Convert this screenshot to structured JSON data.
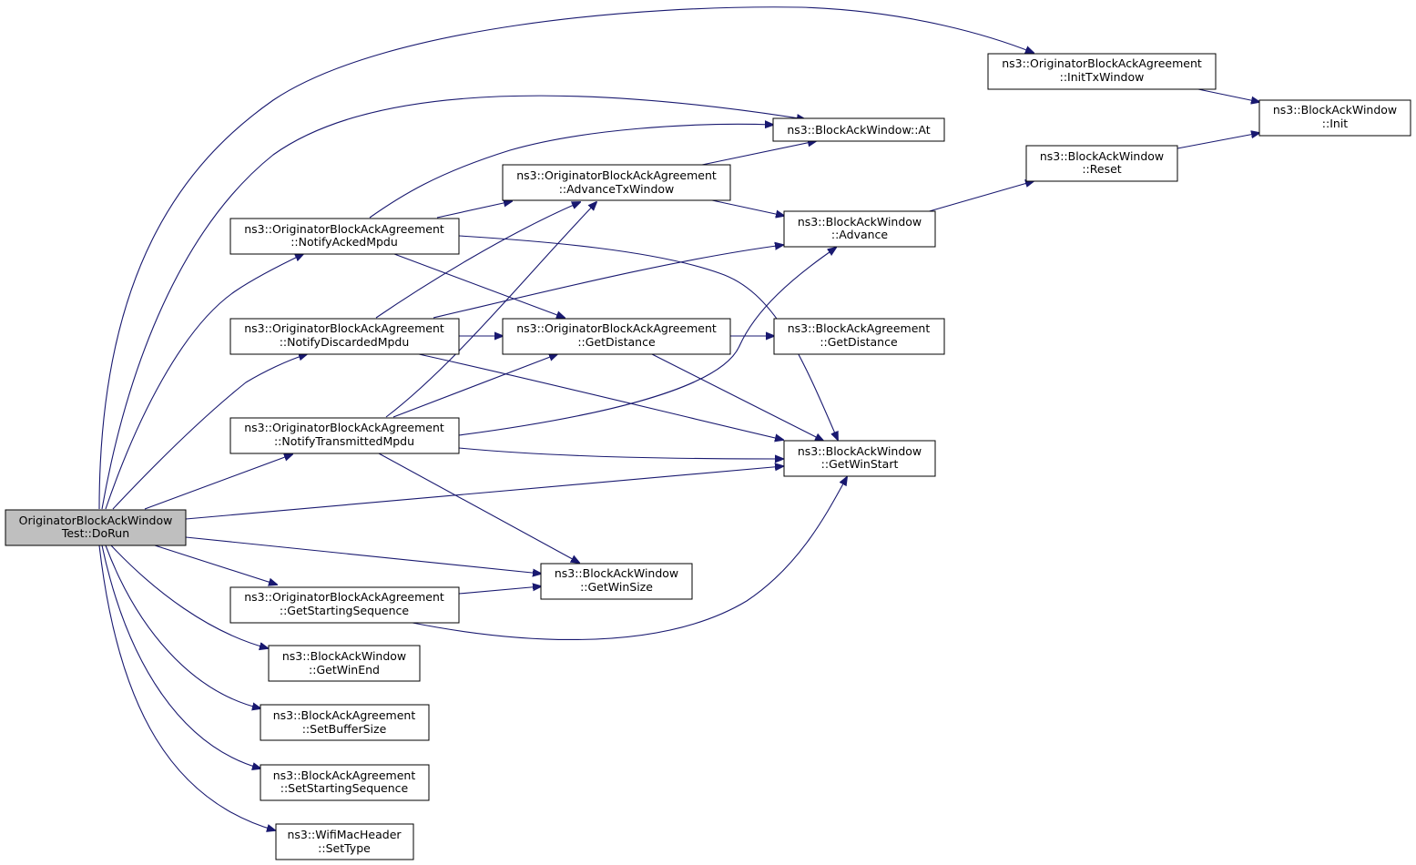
{
  "colors": {
    "edge": "#191970",
    "root_fill": "#bfbfbf",
    "node_fill": "#ffffff",
    "node_border": "#000000"
  },
  "nodes": {
    "root": {
      "l1": "OriginatorBlockAckWindow",
      "l2": "Test::DoRun"
    },
    "oba_notifyacked": {
      "l1": "ns3::OriginatorBlockAckAgreement",
      "l2": "::NotifyAckedMpdu"
    },
    "oba_notifydiscarded": {
      "l1": "ns3::OriginatorBlockAckAgreement",
      "l2": "::NotifyDiscardedMpdu"
    },
    "oba_notifytransmitted": {
      "l1": "ns3::OriginatorBlockAckAgreement",
      "l2": "::NotifyTransmittedMpdu"
    },
    "oba_getstartingseq": {
      "l1": "ns3::OriginatorBlockAckAgreement",
      "l2": "::GetStartingSequence"
    },
    "baw_getwinend": {
      "l1": "ns3::BlockAckWindow",
      "l2": "::GetWinEnd"
    },
    "baa_setbuffersize": {
      "l1": "ns3::BlockAckAgreement",
      "l2": "::SetBufferSize"
    },
    "baa_setstartingseq": {
      "l1": "ns3::BlockAckAgreement",
      "l2": "::SetStartingSequence"
    },
    "wmh_settype": {
      "l1": "ns3::WifiMacHeader",
      "l2": "::SetType"
    },
    "oba_advancetx": {
      "l1": "ns3::OriginatorBlockAckAgreement",
      "l2": "::AdvanceTxWindow"
    },
    "oba_getdistance": {
      "l1": "ns3::OriginatorBlockAckAgreement",
      "l2": "::GetDistance"
    },
    "baw_getwinsize": {
      "l1": "ns3::BlockAckWindow",
      "l2": "::GetWinSize"
    },
    "baw_at": {
      "l1": "ns3::BlockAckWindow::At",
      "l2": ""
    },
    "baw_advance": {
      "l1": "ns3::BlockAckWindow",
      "l2": "::Advance"
    },
    "baa_getdistance": {
      "l1": "ns3::BlockAckAgreement",
      "l2": "::GetDistance"
    },
    "baw_getwinstart": {
      "l1": "ns3::BlockAckWindow",
      "l2": "::GetWinStart"
    },
    "oba_inittx": {
      "l1": "ns3::OriginatorBlockAckAgreement",
      "l2": "::InitTxWindow"
    },
    "baw_reset": {
      "l1": "ns3::BlockAckWindow",
      "l2": "::Reset"
    },
    "baw_init": {
      "l1": "ns3::BlockAckWindow",
      "l2": "::Init"
    }
  }
}
